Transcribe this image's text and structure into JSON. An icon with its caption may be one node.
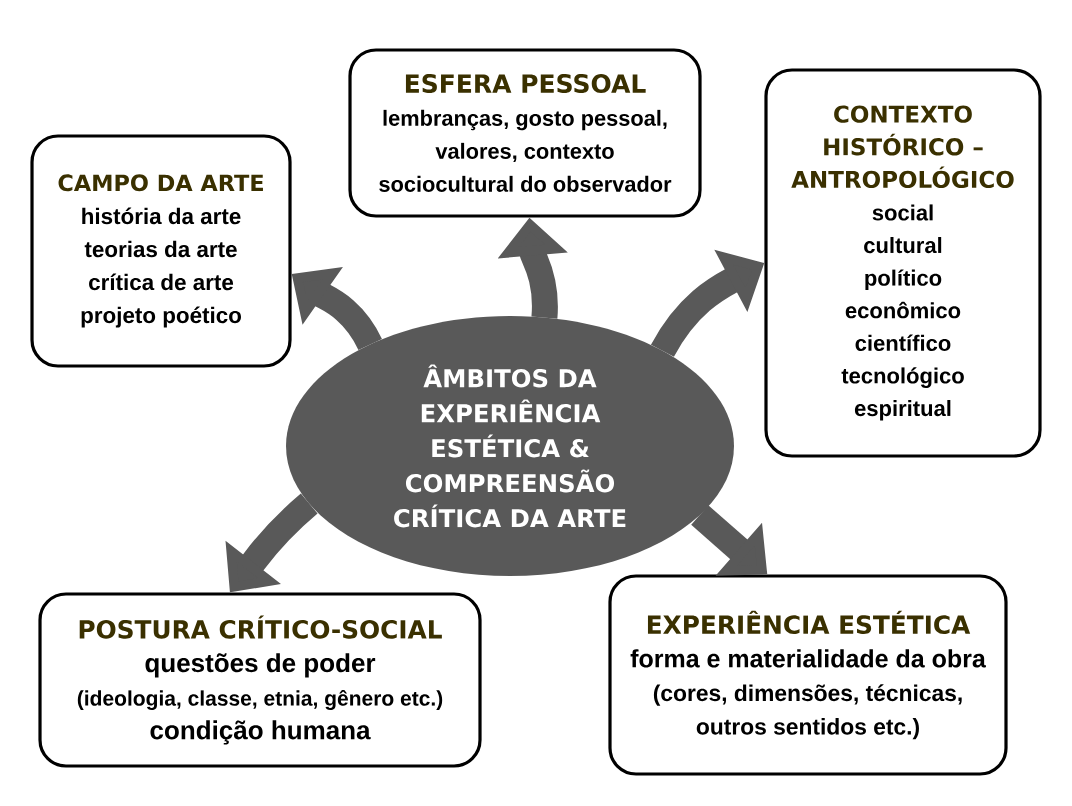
{
  "diagram": {
    "nodes": [
      {
        "text": [
          "CAMPO DA ARTE",
          "história da arte",
          "teorias da arte",
          "crítica de arte",
          "projeto poético"
        ]
      },
      {
        "text": [
          "ESFERA PESSOAL",
          "lembranças, gosto pessoal, valores, contexto sociocultural do observador"
        ]
      },
      {
        "text": [
          "CONTEXTO HISTÓRICO – ANTROPOLÓGICO",
          "social",
          "cultural",
          "político",
          "econômico",
          "científico",
          "tecnológico",
          "espiritual"
        ]
      },
      {
        "text": [
          "ÂMBITOS DA EXPERIÊNCIA ESTÉTICA & COMPREENSÃO CRÍTICA DA ARTE"
        ]
      },
      {
        "text": [
          "POSTURA CRÍTICO-SOCIAL",
          "questões de poder",
          "(ideologia, classe, etnia, gênero etc.)",
          "condição humana"
        ]
      },
      {
        "text": [
          "EXPERIÊNCIA ESTÉTICA",
          "forma e materialidade da obra",
          "(cores, dimensões, técnicas, outros sentidos etc.)"
        ]
      }
    ],
    "edges": [
      {
        "from": 3,
        "to": 0,
        "arrow": "to"
      },
      {
        "from": 3,
        "to": 1,
        "arrow": "to"
      },
      {
        "from": 3,
        "to": 2,
        "arrow": "to"
      },
      {
        "from": 3,
        "to": 4,
        "arrow": "to"
      },
      {
        "from": 3,
        "to": 5,
        "arrow": "to"
      }
    ]
  }
}
